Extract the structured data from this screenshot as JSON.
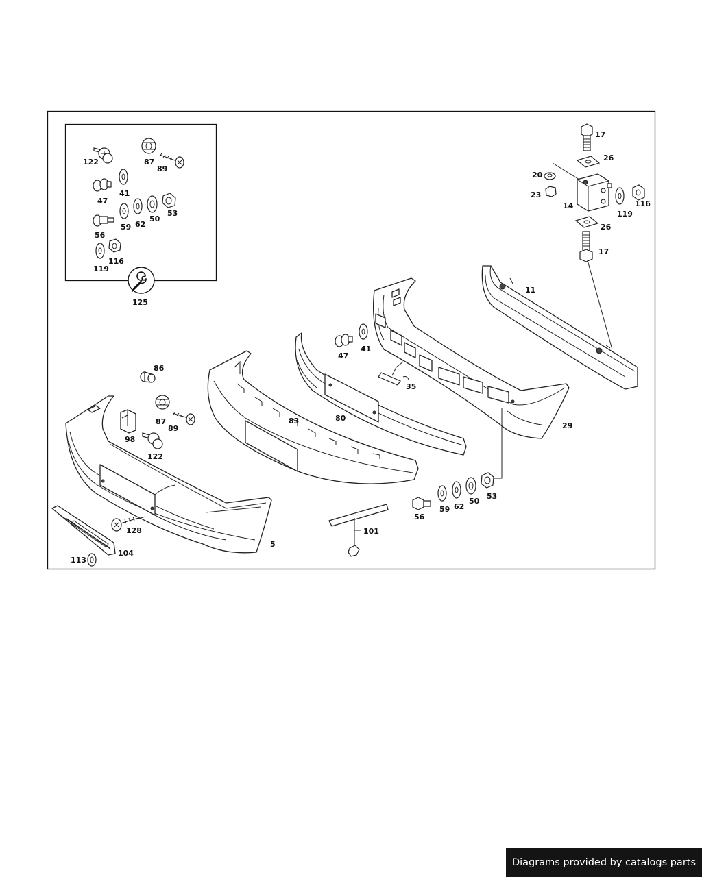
{
  "labels": {
    "inset_122": "122",
    "inset_87": "87",
    "inset_89": "89",
    "inset_47": "47",
    "inset_41": "41",
    "inset_56": "56",
    "inset_59": "59",
    "inset_62": "62",
    "inset_50": "50",
    "inset_53": "53",
    "inset_119": "119",
    "inset_116": "116",
    "tool_125": "125",
    "p17_top": "17",
    "p26_top": "26",
    "p20": "20",
    "p23": "23",
    "p14": "14",
    "p119": "119",
    "p116": "116",
    "p26_bottom": "26",
    "p17_bottom": "17",
    "p11": "11",
    "p29": "29",
    "p35": "35",
    "p47": "47",
    "p41": "41",
    "p80": "80",
    "p83": "83",
    "p86": "86",
    "p87": "87",
    "p89": "89",
    "p98": "98",
    "p122": "122",
    "p5": "5",
    "p128": "128",
    "p104": "104",
    "p113": "113",
    "p101": "101",
    "p56": "56",
    "p59": "59",
    "p62": "62",
    "p50": "50",
    "p53": "53"
  },
  "footer": {
    "credit": "Diagrams provided by catalogs parts"
  }
}
